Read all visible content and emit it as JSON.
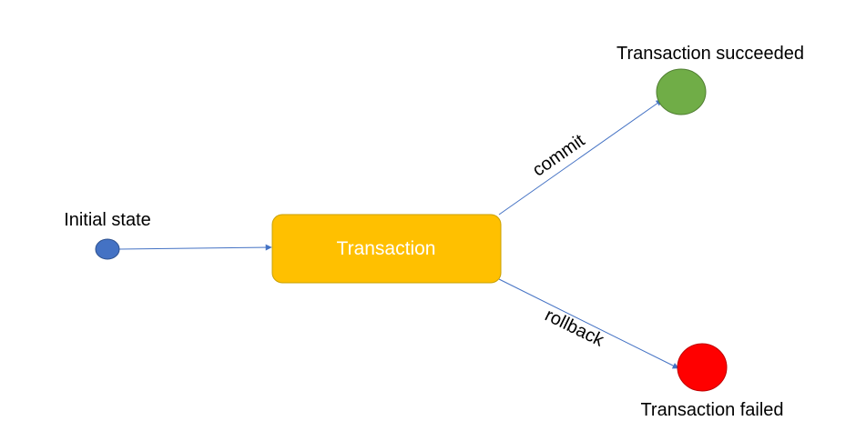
{
  "nodes": {
    "initial": {
      "label": "Initial state",
      "color": "#4472c4"
    },
    "transaction": {
      "label": "Transaction",
      "color": "#ffc000",
      "text_color": "#ffffff"
    },
    "succeeded": {
      "label": "Transaction succeeded",
      "color": "#70ad47"
    },
    "failed": {
      "label": "Transaction failed",
      "color": "#ff0000"
    }
  },
  "edges": {
    "start": {
      "label": ""
    },
    "commit": {
      "label": "commit"
    },
    "rollback": {
      "label": "rollback"
    }
  },
  "colors": {
    "arrow": "#4472c4"
  }
}
